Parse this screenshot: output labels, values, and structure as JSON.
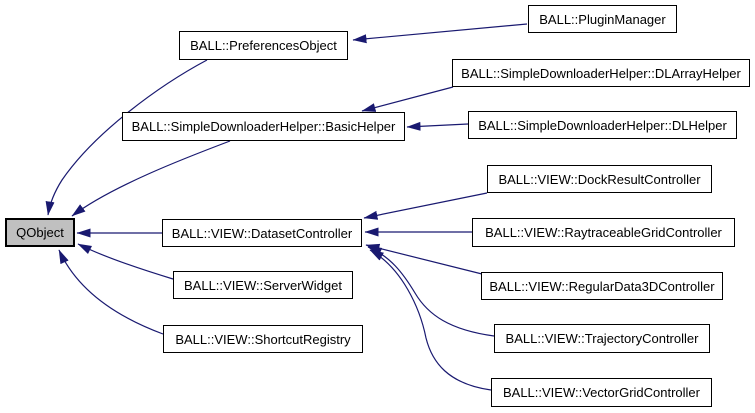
{
  "diagram": {
    "type": "class-inheritance-graph",
    "edge_color": "#191970",
    "node_border_color": "#000000",
    "node_fill": "#ffffff",
    "current_node_fill": "#c0c0c0",
    "nodes": {
      "qobject": {
        "label": "QObject",
        "current": true
      },
      "preferences_object": {
        "label": "BALL::PreferencesObject"
      },
      "plugin_manager": {
        "label": "BALL::PluginManager"
      },
      "basic_helper": {
        "label": "BALL::SimpleDownloaderHelper::BasicHelper"
      },
      "dl_array_helper": {
        "label": "BALL::SimpleDownloaderHelper::DLArrayHelper"
      },
      "dl_helper": {
        "label": "BALL::SimpleDownloaderHelper::DLHelper"
      },
      "dataset_controller": {
        "label": "BALL::VIEW::DatasetController"
      },
      "dock_result_controller": {
        "label": "BALL::VIEW::DockResultController"
      },
      "raytraceable_grid_controller": {
        "label": "BALL::VIEW::RaytraceableGridController"
      },
      "regular_data3d_controller": {
        "label": "BALL::VIEW::RegularData3DController"
      },
      "trajectory_controller": {
        "label": "BALL::VIEW::TrajectoryController"
      },
      "server_widget": {
        "label": "BALL::VIEW::ServerWidget"
      },
      "shortcut_registry": {
        "label": "BALL::VIEW::ShortcutRegistry"
      },
      "vector_grid_controller": {
        "label": "BALL::VIEW::VectorGridController"
      }
    },
    "edges": [
      {
        "from": "BALL::PluginManager",
        "to": "BALL::PreferencesObject"
      },
      {
        "from": "BALL::PreferencesObject",
        "to": "QObject"
      },
      {
        "from": "BALL::SimpleDownloaderHelper::DLArrayHelper",
        "to": "BALL::SimpleDownloaderHelper::BasicHelper"
      },
      {
        "from": "BALL::SimpleDownloaderHelper::DLHelper",
        "to": "BALL::SimpleDownloaderHelper::BasicHelper"
      },
      {
        "from": "BALL::SimpleDownloaderHelper::BasicHelper",
        "to": "QObject"
      },
      {
        "from": "BALL::VIEW::DatasetController",
        "to": "QObject"
      },
      {
        "from": "BALL::VIEW::ServerWidget",
        "to": "QObject"
      },
      {
        "from": "BALL::VIEW::ShortcutRegistry",
        "to": "QObject"
      },
      {
        "from": "BALL::VIEW::DockResultController",
        "to": "BALL::VIEW::DatasetController"
      },
      {
        "from": "BALL::VIEW::RaytraceableGridController",
        "to": "BALL::VIEW::DatasetController"
      },
      {
        "from": "BALL::VIEW::RegularData3DController",
        "to": "BALL::VIEW::DatasetController"
      },
      {
        "from": "BALL::VIEW::TrajectoryController",
        "to": "BALL::VIEW::DatasetController"
      },
      {
        "from": "BALL::VIEW::VectorGridController",
        "to": "BALL::VIEW::DatasetController"
      }
    ]
  }
}
